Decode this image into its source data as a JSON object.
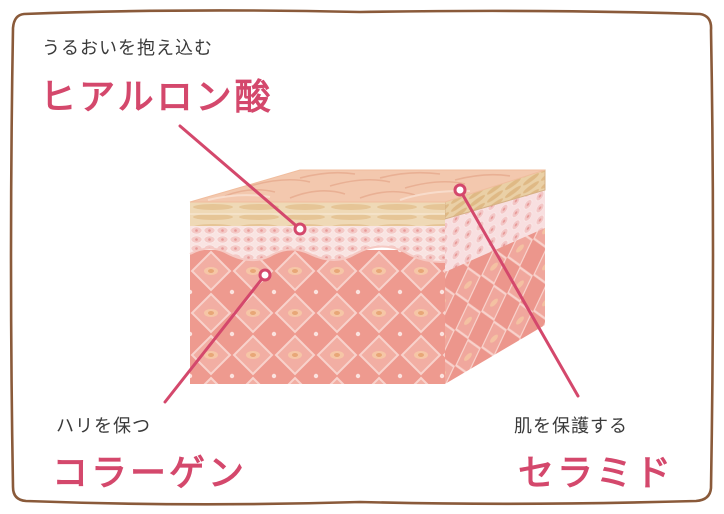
{
  "colors": {
    "accent": "#d4486c",
    "frame": "#8a5a3a",
    "skin_surface": "#f3c8ae",
    "epidermis_band": "#eed8b4",
    "cell_layer": "#f7dcd9",
    "dermis": "#ee9a8f"
  },
  "labels": {
    "hyaluronic": {
      "sub": "うるおいを抱え込む",
      "main": "ヒアルロン酸"
    },
    "collagen": {
      "sub": "ハリを保つ",
      "main": "コラーゲン"
    },
    "ceramide": {
      "sub": "肌を保護する",
      "main": "セラミド"
    }
  }
}
